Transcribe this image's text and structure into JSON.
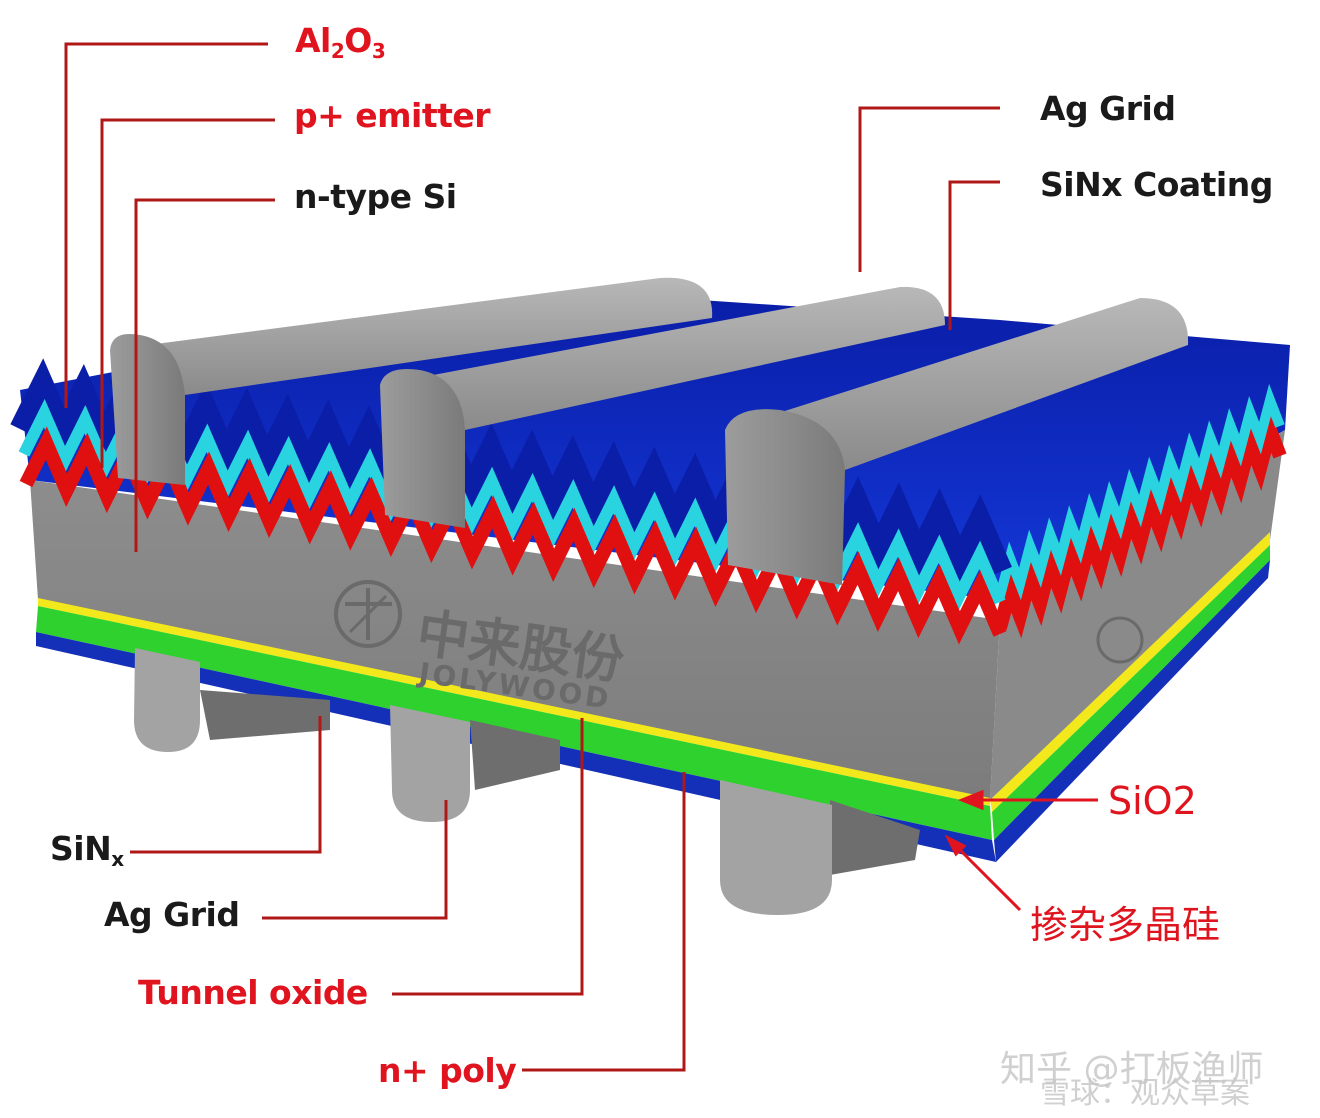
{
  "labels": {
    "al2o3": {
      "main": "Al",
      "sub1": "2",
      "mid": "O",
      "sub2": "3"
    },
    "p_emitter": "p+ emitter",
    "n_type_si": "n-type Si",
    "ag_grid_top": "Ag Grid",
    "sinx_coating": "SiNx Coating",
    "sinx_bottom": {
      "main": "SiN",
      "sub": "x"
    },
    "ag_grid_bottom": "Ag Grid",
    "tunnel_oxide": "Tunnel oxide",
    "n_poly": "n+ poly",
    "sio2": "SiO2",
    "doped_poly": "掺杂多晶硅"
  },
  "logo": {
    "chinese": "中来股份",
    "english": "JOLYWOOD"
  },
  "watermark": {
    "line1": "知乎 @打板渔师",
    "line2": "雪球：观众草案"
  },
  "colors": {
    "silicon": "#8f8f8f",
    "al2o3": "#1a2ec8",
    "sinx_top": "#29d3e0",
    "p_emitter": "#e01010",
    "green_layer": "#2fd12f",
    "yellow_layer": "#f3e81c",
    "blue_bottom": "#1530b8",
    "grid": "#9a9a9a",
    "label_red": "#e0141e"
  }
}
